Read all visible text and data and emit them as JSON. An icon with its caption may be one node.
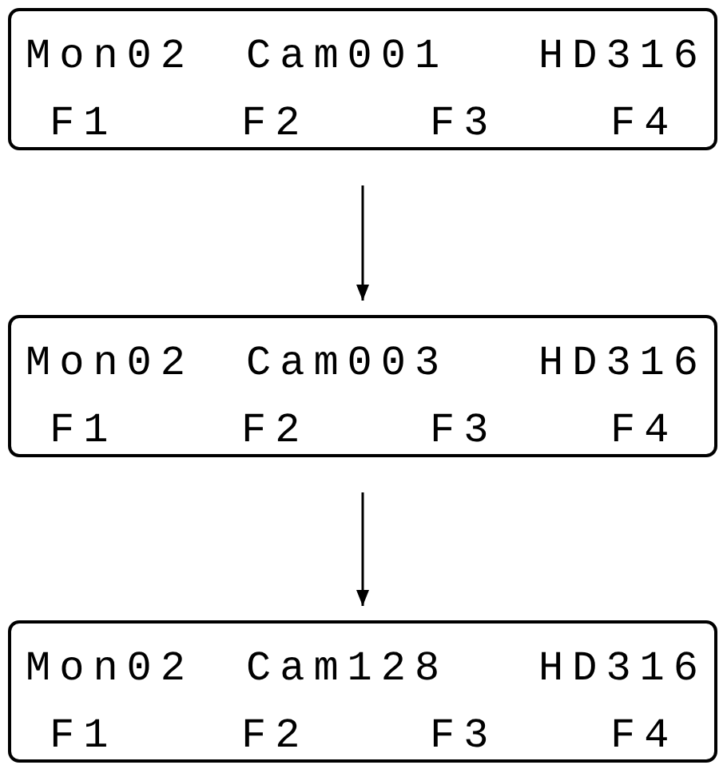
{
  "diagram": {
    "nodes": [
      {
        "text": [
          "Mon02",
          "Cam001",
          "HD316",
          "F1",
          "F2",
          "F3",
          "F4"
        ]
      },
      {
        "text": [
          "Mon02",
          "Cam003",
          "HD316",
          "F1",
          "F2",
          "F3",
          "F4"
        ]
      },
      {
        "text": [
          "Mon02",
          "Cam128",
          "HD316",
          "F1",
          "F2",
          "F3",
          "F4"
        ]
      }
    ],
    "edges": [
      {
        "from": 0,
        "to": 1,
        "arrow": "to"
      },
      {
        "from": 1,
        "to": 2,
        "arrow": "to"
      }
    ]
  }
}
